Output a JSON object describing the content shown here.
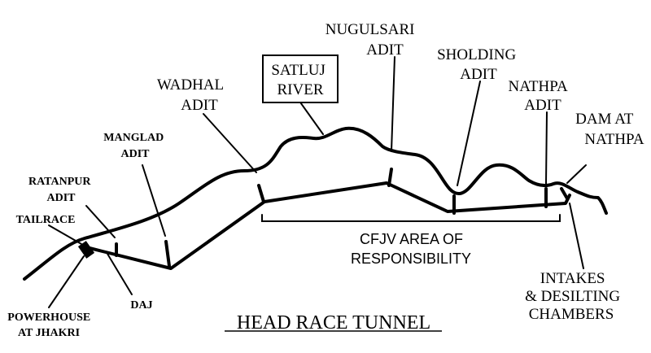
{
  "labels": {
    "nugulsari": [
      "NUGULSARI",
      "ADIT"
    ],
    "sholding": [
      "SHOLDING",
      "ADIT"
    ],
    "satluj": [
      "SATLUJ",
      "RIVER"
    ],
    "wadhal": [
      "WADHAL",
      "ADIT"
    ],
    "nathpa_adit": [
      "NATHPA",
      "ADIT"
    ],
    "dam": [
      "DAM AT",
      "NATHPA"
    ],
    "manglad": [
      "MANGLAD",
      "ADIT"
    ],
    "ratanpur": [
      "RATANPUR",
      "ADIT"
    ],
    "tailrace": "TAILRACE",
    "cfjv": [
      "CFJV AREA OF",
      "RESPONSIBILITY"
    ],
    "intakes": [
      "INTAKES",
      "& DESILTING",
      "CHAMBERS"
    ],
    "daj": "DAJ",
    "powerhouse": [
      "POWERHOUSE",
      "AT JHAKRI"
    ],
    "title": "HEAD RACE TUNNEL"
  }
}
